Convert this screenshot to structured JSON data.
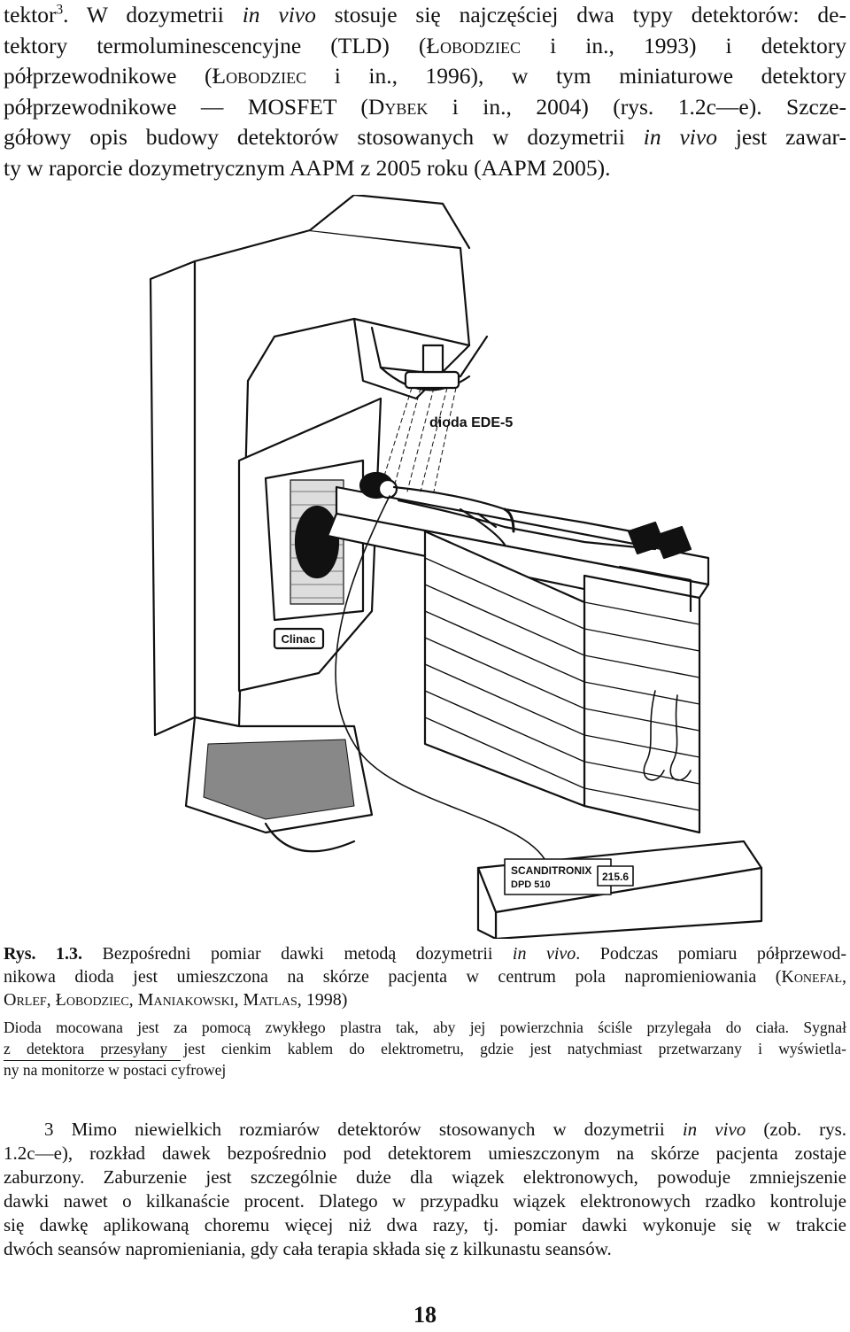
{
  "intro": {
    "l1a": "tektor",
    "l1sup": "3",
    "l1b": ". W dozymetrii ",
    "l1c": "in vivo",
    "l1d": " stosuje się najczęściej dwa typy detektorów: de-",
    "l2a": "tektory termoluminescencyjne (TLD) (",
    "l2b": "Łobodziec",
    "l2c": " i in., 1993) i detektory",
    "l3a": "półprzewodnikowe (",
    "l3b": "Łobodziec",
    "l3c": " i in., 1996), w tym miniaturowe detektory",
    "l4a": "półprzewodnikowe — MOSFET (",
    "l4b": "Dybek",
    "l4c": " i in., 2004) (rys. 1.2c—e). Szcze-",
    "l5a": "gółowy opis budowy detektorów stosowanych w dozymetrii ",
    "l5b": "in vivo",
    "l5c": " jest zawar-",
    "l6": "ty w raporcie dozymetrycznym AAPM z 2005 roku (AAPM 2005)."
  },
  "figure": {
    "label_diode": "dioda EDE-5",
    "label_linac": "Clinac",
    "label_device_brand": "SCANDITRONIX",
    "label_device_model": "DPD 510",
    "label_device_reading": "215.6"
  },
  "caption": {
    "label": "Rys. 1.3.",
    "c1a": " Bezpośredni pomiar dawki metodą dozymetrii ",
    "c1b": "in vivo",
    "c1c": ". Podczas pomiaru półprzewod-",
    "c2a": "nikowa dioda jest umieszczona na skórze pacjenta w centrum pola napromieniowania (",
    "c2b": "Konefał",
    "c2c": ",",
    "c3a": "Orlef",
    "c3b": ", ",
    "c3c": "Łobodziec",
    "c3d": ", ",
    "c3e": "Maniakowski",
    "c3f": ", ",
    "c3g": "Matlas",
    "c3h": ", 1998)",
    "d1": "Dioda mocowana jest za pomocą zwykłego plastra tak, aby jej powierzchnia ściśle przylegała do ciała. Sygnał",
    "d2": "z detektora przesyłany jest cienkim kablem do elektrometru, gdzie jest natychmiast przetwarzany i wyświetla-",
    "d3": "ny na monitorze w postaci cyfrowej"
  },
  "footnote": {
    "f1a": "3",
    "f1b": " Mimo niewielkich rozmiarów detektorów stosowanych w dozymetrii ",
    "f1c": "in vivo",
    "f1d": " (zob. rys.",
    "f2": "1.2c—e), rozkład dawek bezpośrednio pod detektorem umieszczonym na skórze pacjenta zostaje",
    "f3": "zaburzony. Zaburzenie jest szczególnie duże dla wiązek elektronowych, powoduje zmniejszenie",
    "f4": "dawki nawet o kilkanaście procent. Dlatego w przypadku wiązek elektronowych rzadko kontroluje",
    "f5": "się dawkę aplikowaną choremu więcej niż dwa razy, tj. pomiar dawki wykonuje się w trakcie",
    "f6": "dwóch seansów napromieniania, gdy cała terapia składa się z kilkunastu seansów."
  },
  "page_number": "18"
}
